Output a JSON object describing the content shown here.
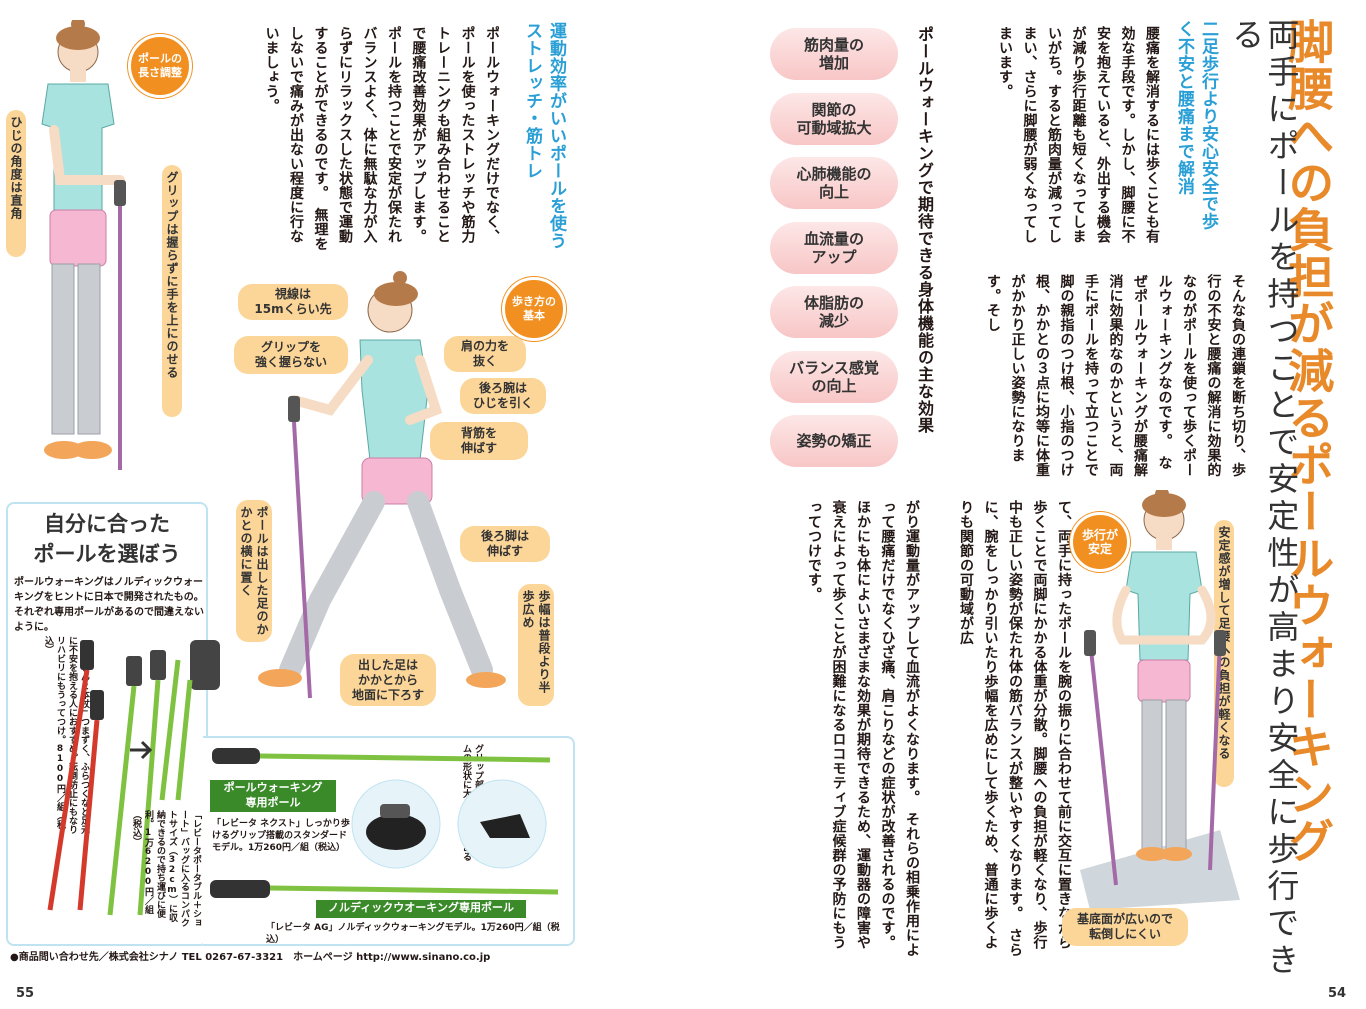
{
  "right_page": {
    "title": "脚腰への負担が減るポールウォーキング",
    "subtitle": "両手にポールを持つことで安定性が高まり安全に歩行できる",
    "section1_heading": "二足歩行より安心安全で歩く不安と腰痛まで解消",
    "section1_body": "腰痛を解消するには歩くことも有効な手段です。しかし、脚腰に不安を抱えていると、外出する機会が減り歩行距離も短くなってしまいがち。すると筋肉量が減ってしまい、さらに脚腰が弱くなってしまいます。",
    "intro_text": "そんな負の連鎖を断ち切り、歩行の不安と腰痛の解消に効果的なのがポールを使って歩くポールウォーキングなのです。　なぜポールウォーキングが腰痛解消に効果的なのかというと、両手にポールを持って立つことで脚の親指のつけ根、小指のつけ根、かかとの３点に均等に体重がかかり正しい姿勢になります。そし",
    "continue_text": "て、両手に持ったポールを腕の振りに合わせて前に交互に置きながら歩くことで両脚にかかる体重が分散。脚腰への負担が軽くなり、歩行中も正しい姿勢が保たれ体の筋バランスが整いやすくなります。　さらに、腕をしっかり引いたり歩幅を広めにして歩くため、普通に歩くよりも関節の可動域が広",
    "effect_text": "がり運動量がアップして血流がよくなります。　それらの相乗作用によって腰痛だけでなくひざ痛、肩こりなどの症状が改善されるのです。　ほかにも体によいさまざまな効果が期待できるため、運動器の障害や衰えによって歩くことが困難になるロコモティブ症候群の予防にもうってつけです。",
    "effects_heading": "ポールウォーキングで期待できる身体機能の主な効果",
    "effects": [
      "筋肉量の\n増加",
      "関節の\n可動域拡大",
      "心肺機能の\n向上",
      "血流量の\nアップ",
      "体脂肪の\n減少",
      "バランス感覚\nの向上",
      "姿勢の矯正"
    ],
    "stability_badge": "歩行が\n安定",
    "stability_callout": "安定感が増して足腰への負担が軽くなる",
    "base_callout": "基底面が広いので\n転倒しにくい",
    "page_number": "54"
  },
  "left_page": {
    "section_heading": "運動効率がいいポールを使うストレッチ・筋トレ",
    "section_body": "ポールウォーキングだけでなく、ポールを使ったストレッチや筋力トレーニングも組み合わせることで腰痛改善効果がアップします。ポールを持つことで安定が保たれバランスよく、体に無駄な力が入らずにリラックスした状態で運動することができるのです。　無理をしないで痛みが出ない程度に行ないましょう。",
    "adjust_badge": "ポールの\n長さ調整",
    "elbow_callout": "ひじの角度は直角",
    "grip_callout": "グリップは握らずに手を上にのせる",
    "walking_badge": "歩き方の\n基本",
    "gaze_callout": "視線は\n15mくらい先",
    "grip_soft_callout": "グリップを\n強く握らない",
    "shoulder_callout": "肩の力を\n抜く",
    "arm_callout": "後ろ腕は\nひじを引く",
    "back_callout": "背筋を\n伸ばす",
    "leg_callout": "後ろ脚は\n伸ばす",
    "stride_callout": "歩幅は普段より半歩広め",
    "pole_place_callout": "ポールは出した足のかかとの横に置く",
    "heel_callout": "出した足は\nかかとから\n地面に下ろす",
    "box_title_line1": "自分に合った",
    "box_title_line2": "ポールを選ぼう",
    "box_desc": "ポールウォーキングはノルディックウォーキングをヒントに日本で開発されたもの。それぞれ専用ポールがあるので間違えないように。",
    "product1_text": "「あんしん２本杖」つまずく、ふらつくなど足元に不安を抱える人におすすめ。転倒防止にもなりリハビリにもうってつけ。8100円／組（税込）",
    "product2_text": "「レビータポータブル＋ショート」バッグに入るコンパクトサイズ（32cm）に収納できるので持ち運びに便利。1万6200円／組（税込）",
    "grip_note": "グリップ部分と先端部分のゴムの形状に大きな違いがある",
    "label_pw": "ポールウォーキング\n専用ポール",
    "caption_pw": "「レビータ ネクスト」しっかり歩けるグリップ搭載のスタンダードモデル。1万260円／組（税込）",
    "label_nw": "ノルディックウオーキング専用ポール",
    "caption_nw": "「レビータ AG」ノルディックウォーキングモデル。1万260円／組（税込）",
    "contact": "●商品問い合わせ先／株式会社シナノ TEL 0267-67-3321　ホームページ http://www.sinano.co.jp",
    "page_number": "55"
  },
  "colors": {
    "title_orange": "#e8892a",
    "heading_blue": "#2a9fd6",
    "pill_pink": "#f8c6c6",
    "callout_orange": "#fcd699",
    "badge_orange": "#f19020",
    "label_green": "#3a8a2a",
    "box_border": "#bfe3f0"
  }
}
